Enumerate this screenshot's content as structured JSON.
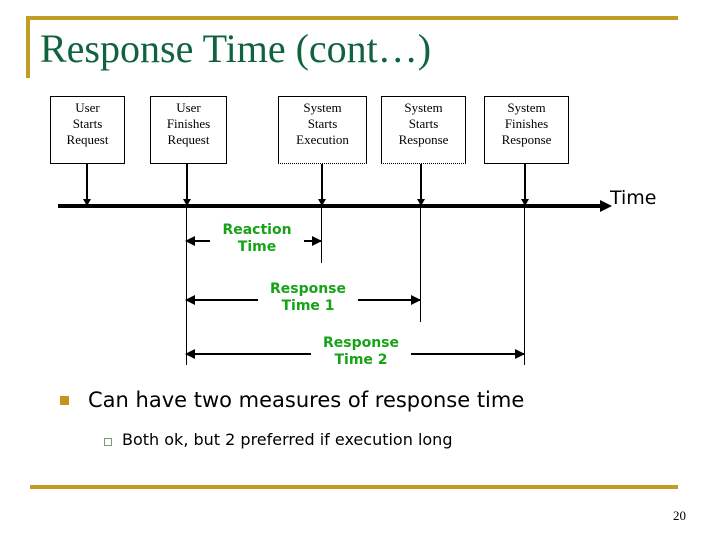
{
  "slide": {
    "title": "Response Time (cont…)",
    "page_number": "20",
    "accent_gold": "#bf9d26",
    "title_green": "#11633f",
    "label_green": "#17a317"
  },
  "diagram": {
    "timeline_axis_label": "Time",
    "events": [
      {
        "id": "user-starts-request",
        "line1": "User",
        "line2": "Starts",
        "line3": "Request"
      },
      {
        "id": "user-finishes-request",
        "line1": "User",
        "line2": "Finishes",
        "line3": "Request"
      },
      {
        "id": "system-starts-execution",
        "line1": "System",
        "line2": "Starts",
        "line3": "Execution"
      },
      {
        "id": "system-starts-response",
        "line1": "System",
        "line2": "Starts",
        "line3": "Response"
      },
      {
        "id": "system-finishes-response",
        "line1": "System",
        "line2": "Finishes",
        "line3": "Response"
      }
    ],
    "measures": [
      {
        "id": "reaction-time",
        "line1": "Reaction",
        "line2": "Time",
        "from": "user-finishes-request",
        "to": "system-starts-execution"
      },
      {
        "id": "response-time-1",
        "line1": "Response",
        "line2": "Time 1",
        "from": "user-finishes-request",
        "to": "system-starts-response"
      },
      {
        "id": "response-time-2",
        "line1": "Response",
        "line2": "Time 2",
        "from": "user-finishes-request",
        "to": "system-finishes-response"
      }
    ]
  },
  "bullets": {
    "level1": "Can have two measures of response time",
    "level2": "Both ok, but 2 preferred if execution long"
  }
}
